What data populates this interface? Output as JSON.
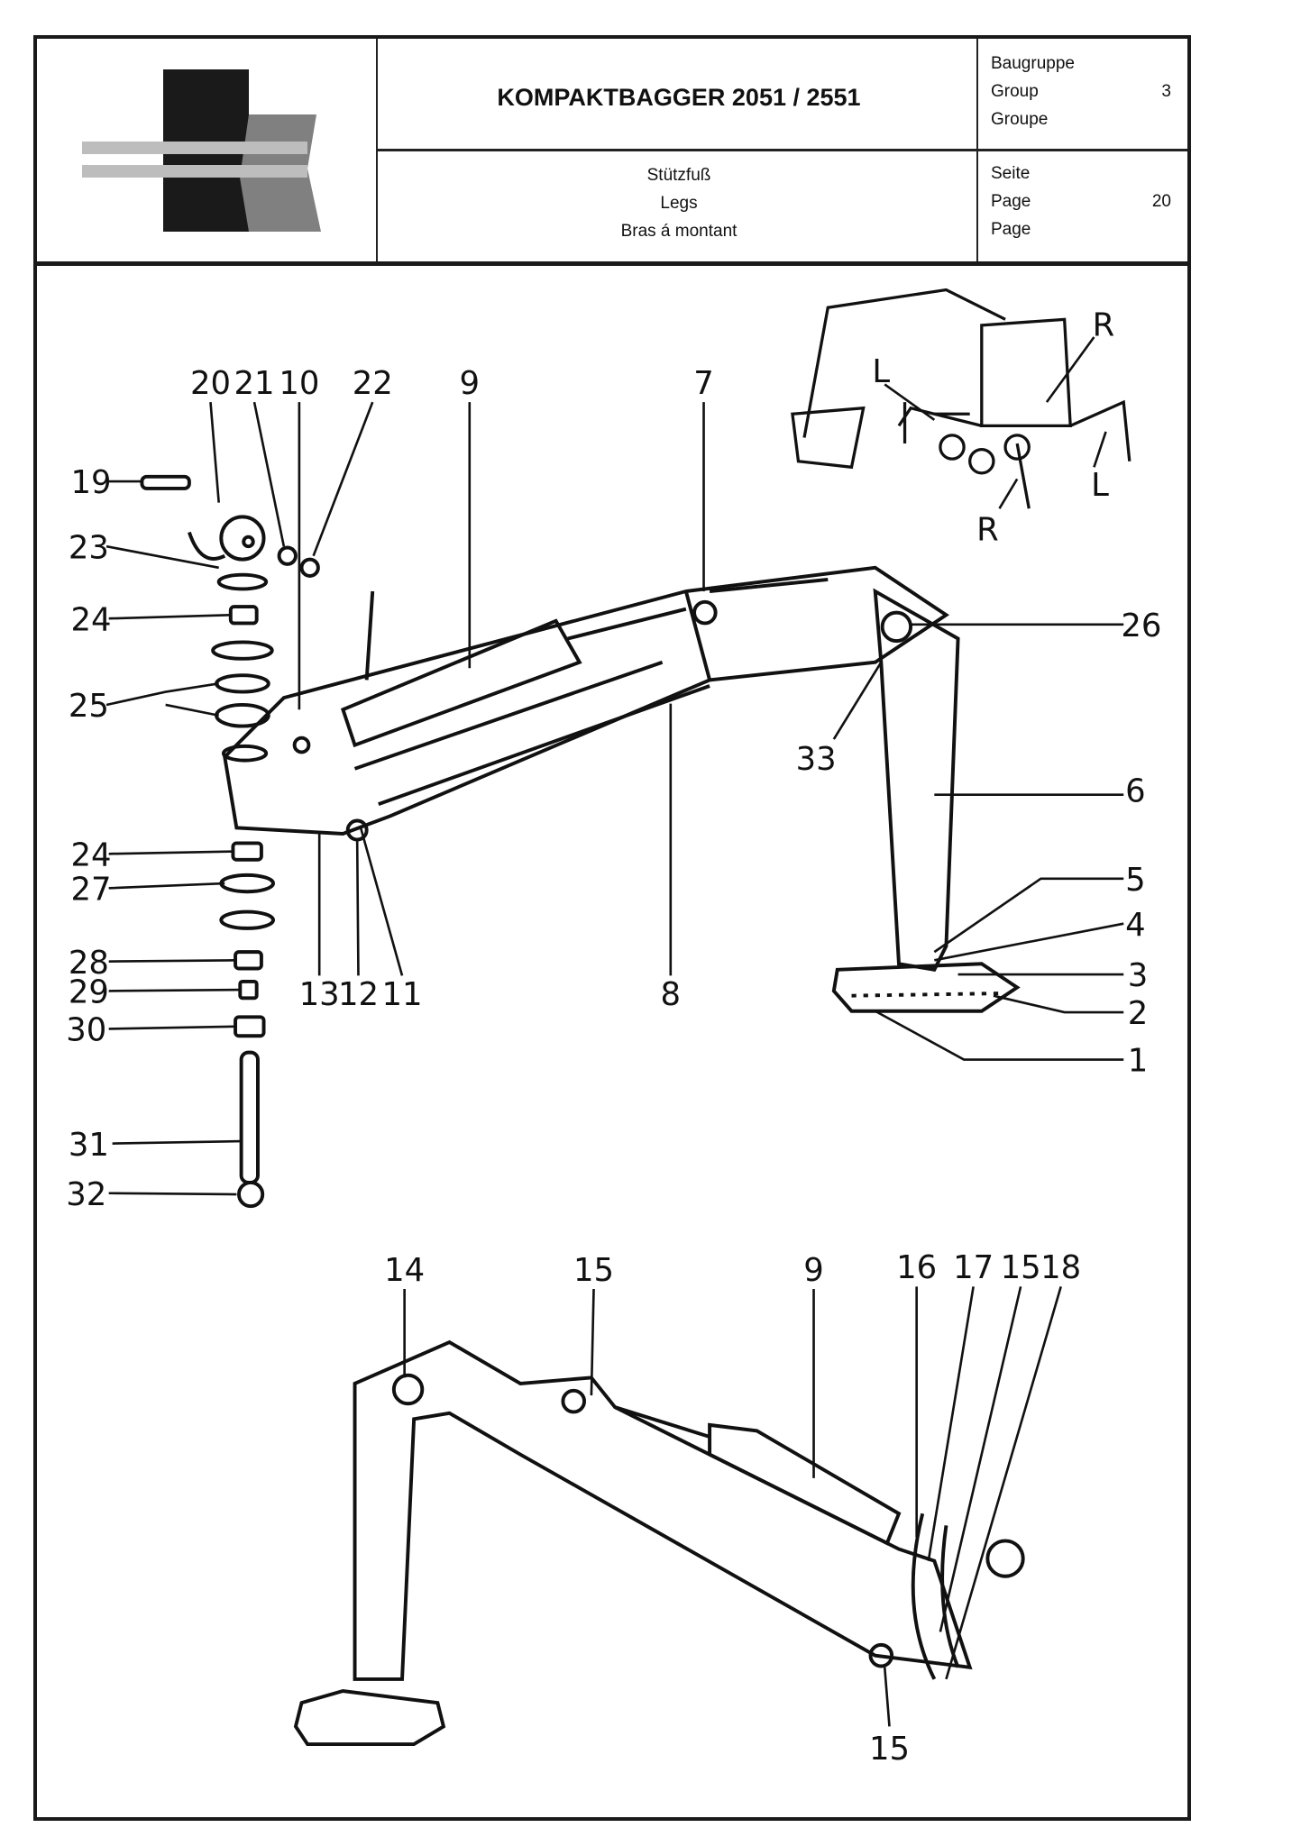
{
  "header": {
    "title": "KOMPAKTBAGGER 2051 / 2551",
    "subtitle": [
      "Stützfuß",
      "Legs",
      "Bras á montant"
    ],
    "group_labels": [
      "Baugruppe",
      "Group",
      "Groupe"
    ],
    "group_value": "3",
    "page_labels": [
      "Seite",
      "Page",
      "Page"
    ],
    "page_value": "20"
  },
  "callouts_top": [
    "20",
    "21",
    "10",
    "22",
    "9",
    "7",
    "19",
    "23",
    "24",
    "25",
    "24",
    "27",
    "28",
    "29",
    "30",
    "31",
    "32",
    "13",
    "12",
    "11",
    "8",
    "33",
    "26",
    "6",
    "5",
    "4",
    "3",
    "2",
    "1"
  ],
  "inset_labels": [
    "R",
    "L",
    "L",
    "R"
  ],
  "callouts_bottom": [
    "14",
    "15",
    "9",
    "16",
    "17",
    "15",
    "18",
    "15"
  ]
}
